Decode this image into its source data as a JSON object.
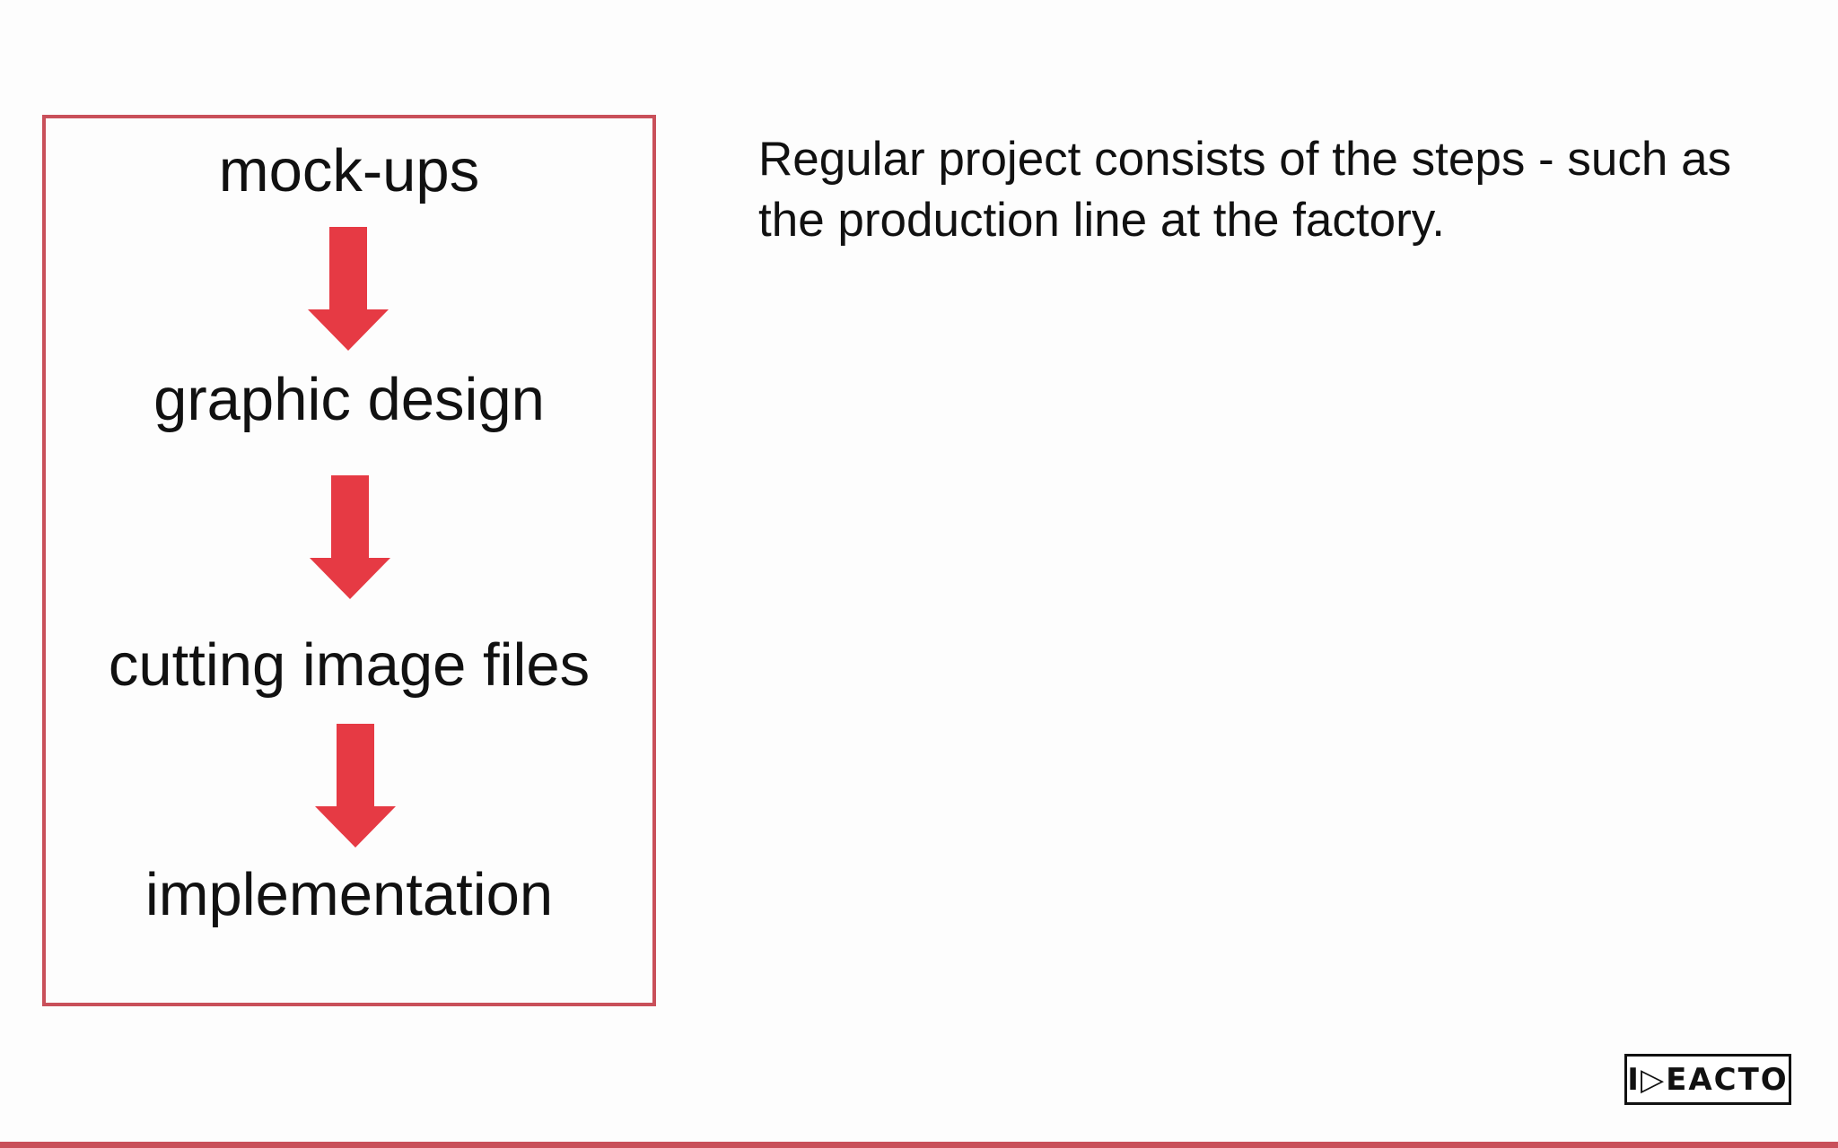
{
  "diagram": {
    "steps": [
      "mock-ups",
      "graphic design",
      "cutting image files",
      "implementation"
    ],
    "colors": {
      "frame": "#c9505a",
      "arrow": "#e63a44",
      "text": "#111111"
    }
  },
  "description": {
    "text": "Regular project consists of the steps - such as the production line at the factory."
  },
  "logo": {
    "text": "I▷EACTO"
  }
}
